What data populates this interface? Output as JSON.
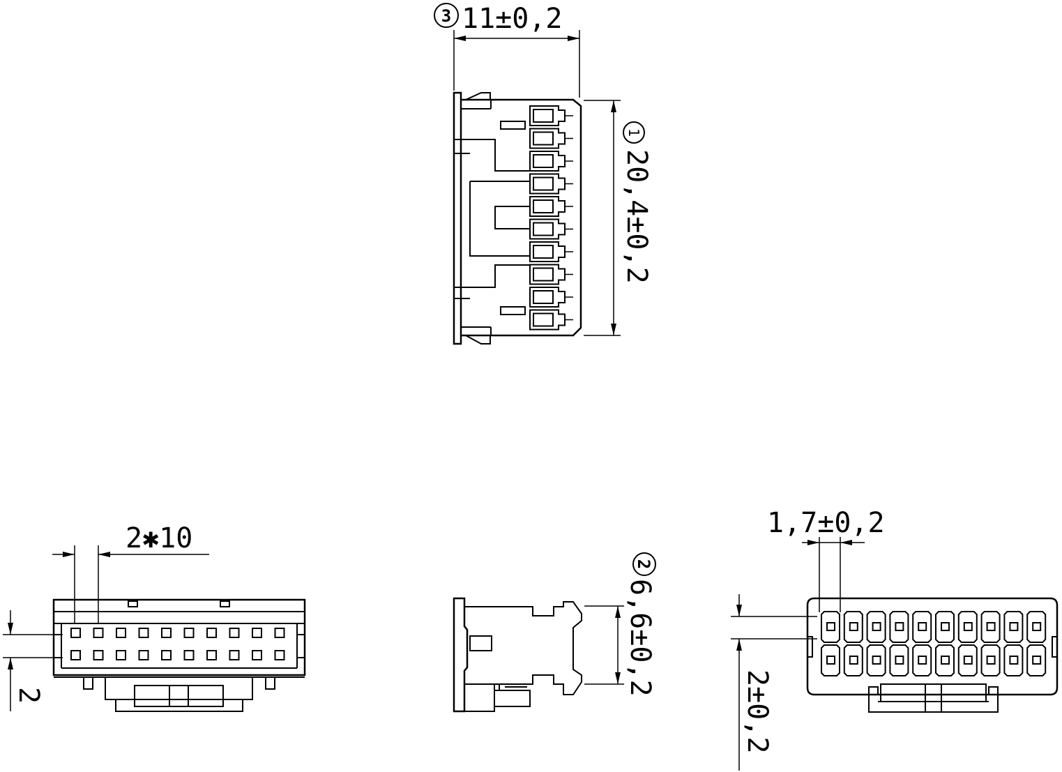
{
  "views": {
    "side_view": {
      "width_dim": {
        "marker": "3",
        "text": "11±0,2"
      },
      "height_dim": {
        "marker": "1",
        "text": "20,4±0,2"
      }
    },
    "front_view": {
      "pitch_dim": {
        "text": "2✱10"
      },
      "row_dim": {
        "text": "2"
      }
    },
    "end_view": {
      "height_dim": {
        "marker": "2",
        "text": "6,6±0,2"
      }
    },
    "rear_view": {
      "pitch_dim": {
        "text": "1,7±0,2"
      },
      "row_dim": {
        "text": "2±0,2"
      }
    }
  },
  "colors": {
    "line": "#000000",
    "background": "#ffffff"
  }
}
